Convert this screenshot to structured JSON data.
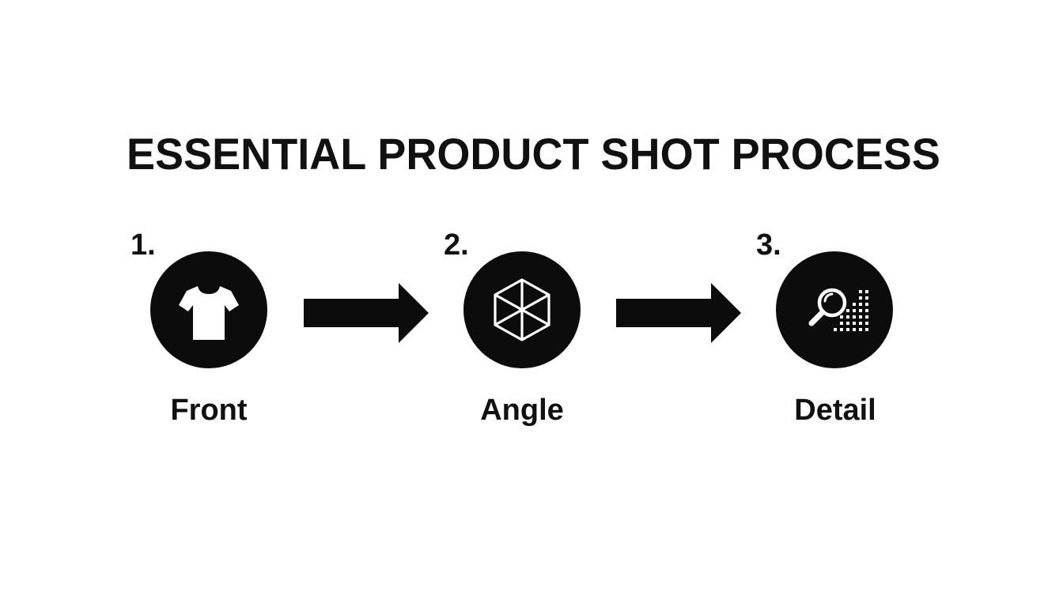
{
  "diagram": {
    "title": "ESSENTIAL PRODUCT SHOT PROCESS",
    "steps": [
      {
        "number": "1.",
        "label": "Front",
        "icon": "t-shirt-icon"
      },
      {
        "number": "2.",
        "label": "Angle",
        "icon": "cube-icon"
      },
      {
        "number": "3.",
        "label": "Detail",
        "icon": "magnifier-icon"
      }
    ],
    "connectors": [
      "right-arrow-icon",
      "right-arrow-icon"
    ],
    "colors": {
      "background": "#ffffff",
      "foreground": "#111111",
      "icon_circle": "#0c0c0c",
      "icon_glyph": "#ffffff"
    }
  }
}
